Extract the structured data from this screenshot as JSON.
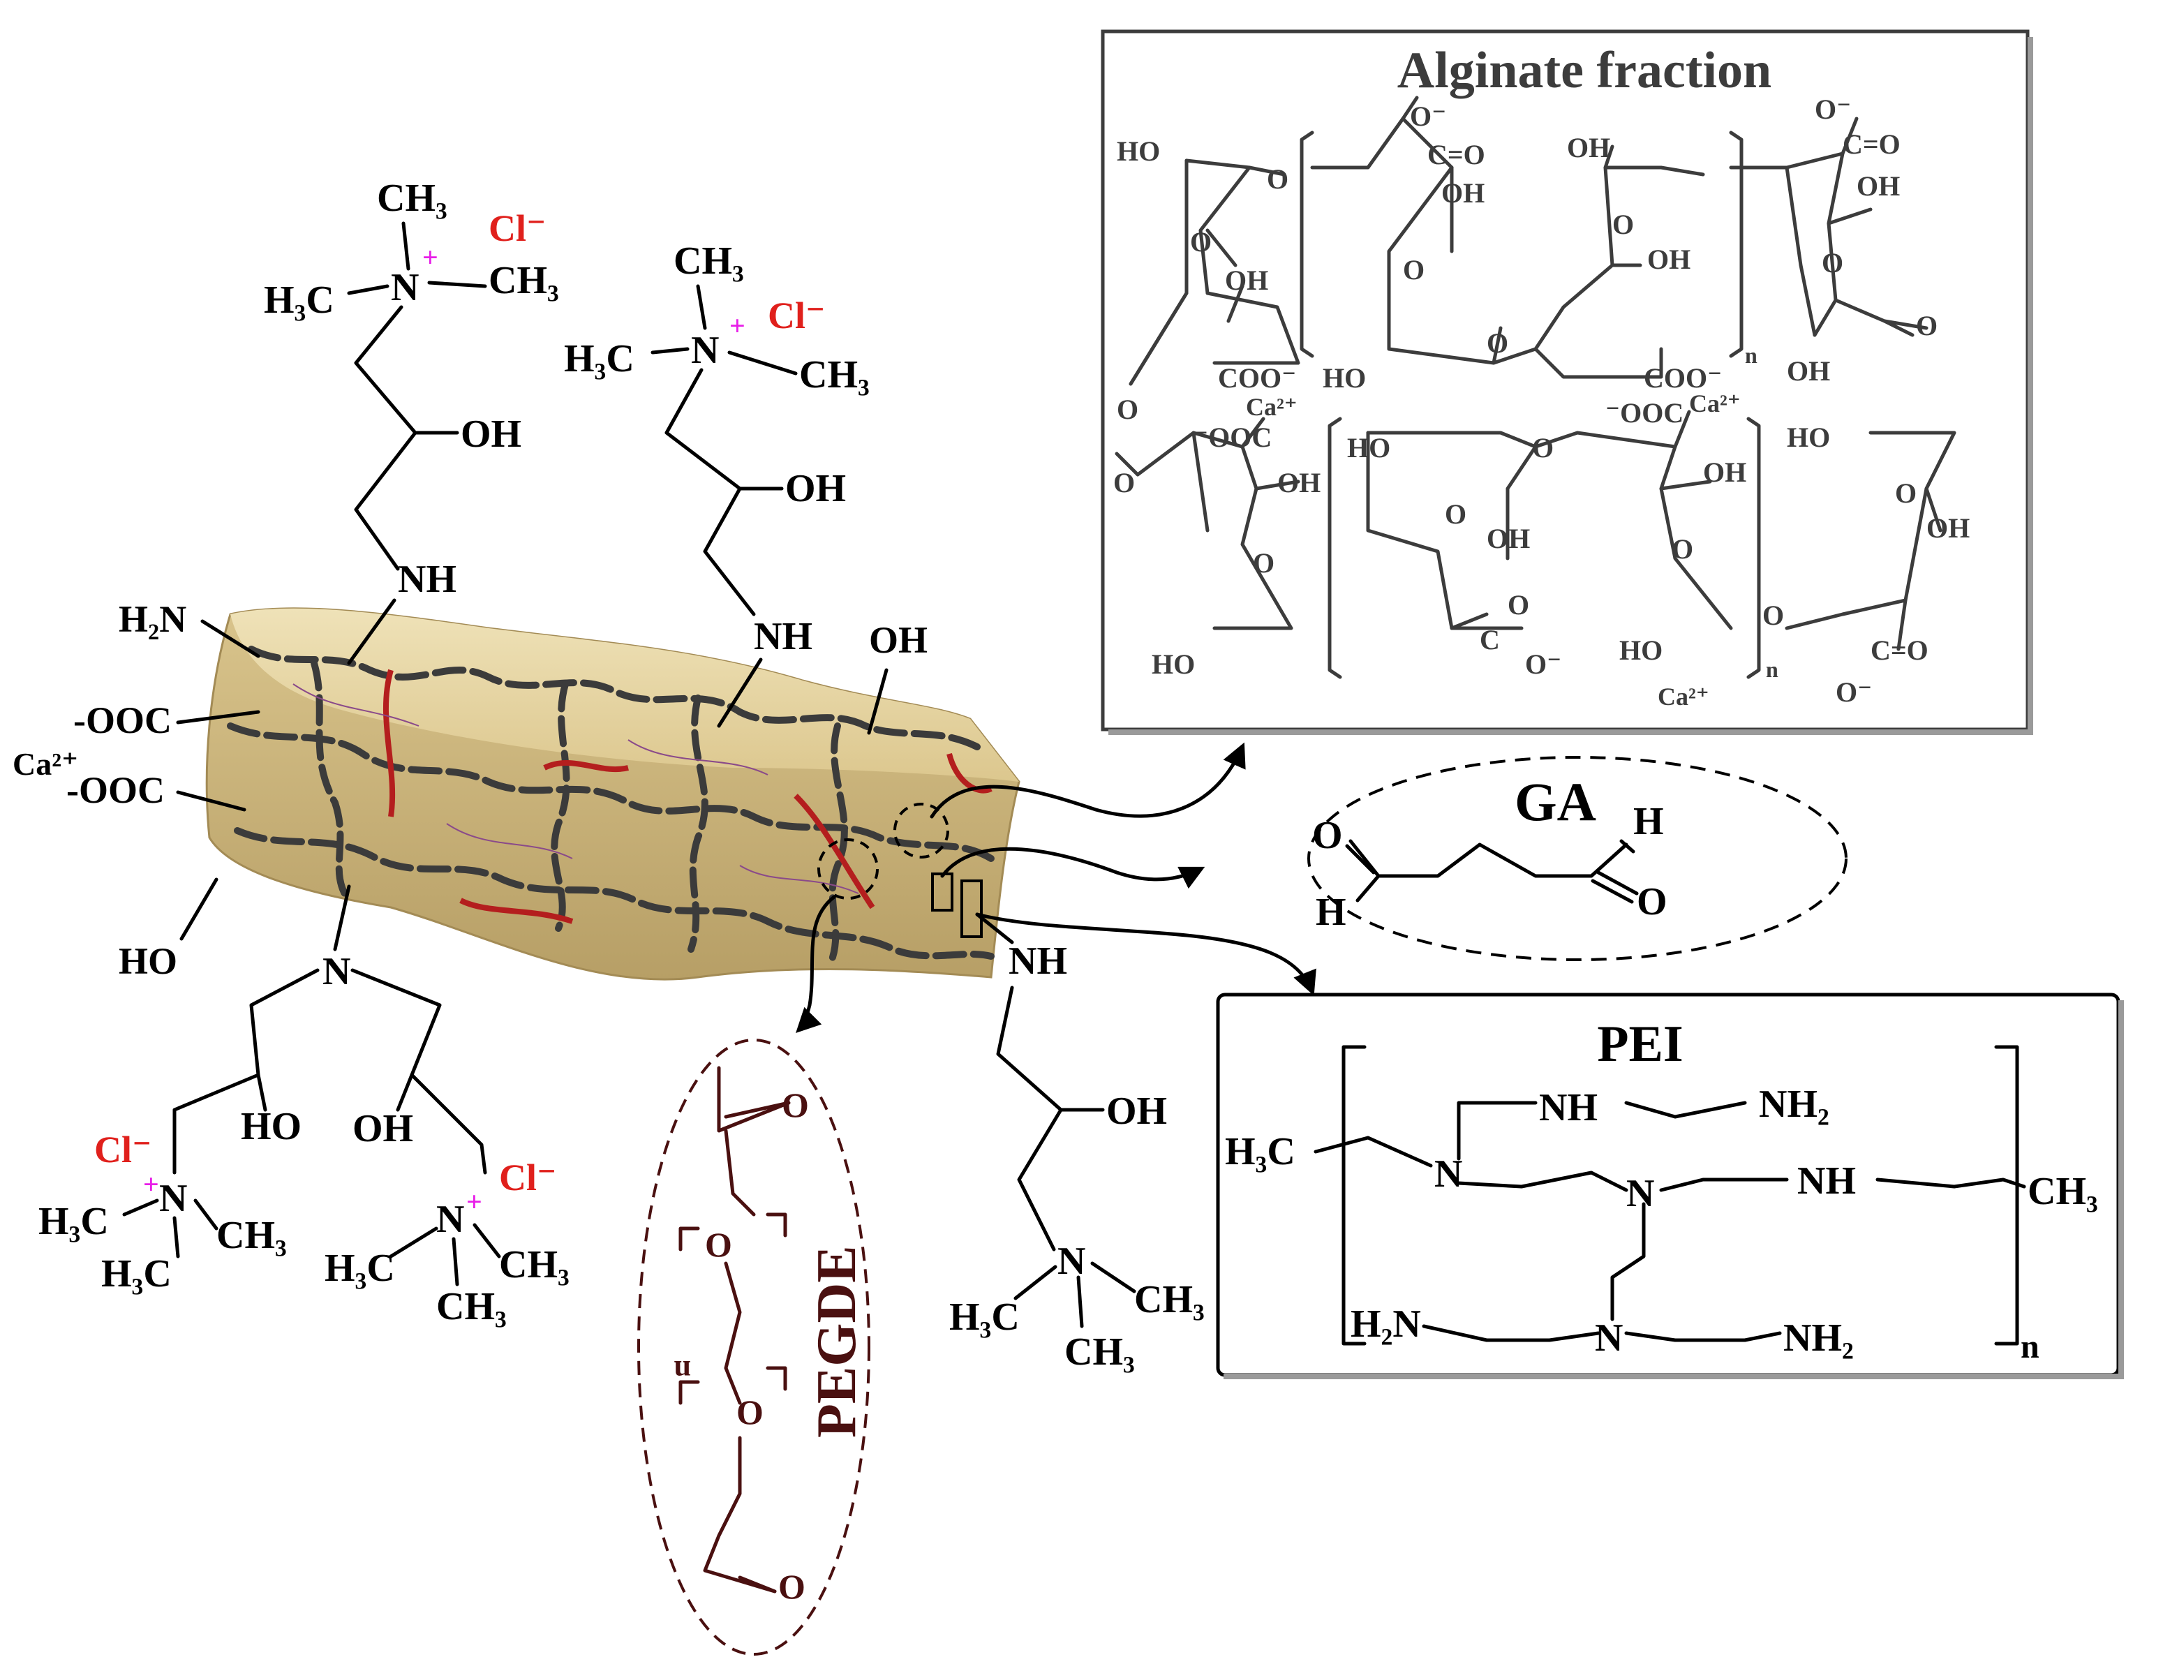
{
  "colors": {
    "bead_fill": "#e3d19e",
    "bead_shadow": "#b7a06a",
    "network_dark": "#3b3b3b",
    "network_red": "#b41e1e",
    "chloride": "#e0201c",
    "charge": "#e81ee8",
    "pegde": "#4a1010",
    "box_text": "#3c3c3c"
  },
  "bead": {
    "surface_groups": {
      "h2n": "H₂N",
      "cooc_top": "-OOC",
      "ca": "Ca²⁺",
      "cooc_bottom": "-OOC",
      "ho_left": "HO",
      "oh_right": "OH"
    }
  },
  "quat_top_left": {
    "ch3_top": "CH₃",
    "n_plus": "N",
    "plus": "+",
    "h3c": "H₃C",
    "ch3_right": "CH₃",
    "cl": "Cl⁻",
    "oh": "OH",
    "nh": "NH"
  },
  "quat_top_mid": {
    "ch3_top": "CH₃",
    "n_plus": "N",
    "plus": "+",
    "h3c": "H₃C",
    "ch3_right": "CH₃",
    "cl": "Cl⁻",
    "oh": "OH",
    "nh": "NH"
  },
  "bottom_tertiary": {
    "n": "N",
    "left_ho": "HO",
    "right_oh": "OH",
    "left_cl": "Cl⁻",
    "left_plus": "+",
    "left_n": "N",
    "left_h3c": "H₃C",
    "left_ch3": "CH₃",
    "left_h3c_bottom": "H₃C",
    "right_cl": "Cl⁻",
    "right_plus": "+",
    "right_n": "N",
    "right_h3c": "H₃C",
    "right_ch3": "CH₃",
    "right_ch3_bottom": "CH₃"
  },
  "right_chain": {
    "nh": "NH",
    "oh": "OH",
    "n": "N",
    "h3c": "H₃C",
    "ch3_right": "CH₃",
    "ch3_bottom": "CH₃"
  },
  "alginate": {
    "title": "Alginate fraction",
    "labels": {
      "ho1": "HO",
      "o1": "O",
      "oh1": "OH",
      "o_ring1": "O",
      "coo1": "COO⁻",
      "o_link1": "O",
      "o_minus1": "O⁻",
      "c_eq_o1": "C=O",
      "oh2": "OH",
      "o_ring2": "O",
      "ho2": "HO",
      "o_link2": "O",
      "oh3": "OH",
      "o_ring3": "O",
      "oh4": "OH",
      "coo2": "COO⁻",
      "n1": "n",
      "o_minus2": "O⁻",
      "c_eq_o2": "C=O",
      "oh5": "OH",
      "o_ring4": "O",
      "oh6": "OH",
      "o_end": "O",
      "ca1": "Ca²⁺",
      "ooc1": "⁻OOC",
      "o_link3": "O",
      "oh7": "OH",
      "o_ring5": "O",
      "ho3": "HO",
      "ho4": "HO",
      "o_ring6": "O",
      "oh8": "OH",
      "c1": "C",
      "o1b": "O",
      "o2b": "O⁻",
      "ooc2": "⁻OOC",
      "ca2": "Ca²⁺",
      "o_link4": "O",
      "oh9": "OH",
      "o_ring7": "O",
      "ho5": "HO",
      "n2": "n",
      "ca3": "Ca²⁺",
      "ho6": "HO",
      "o_ring8": "O",
      "oh10": "OH",
      "c_eq_o3": "C=O",
      "o_minus3": "O⁻",
      "o_link5": "O",
      "ho7": "HO"
    }
  },
  "ga": {
    "title": "GA",
    "labels": {
      "o_left": "O",
      "h_left": "H",
      "h_right": "H",
      "o_right": "O"
    }
  },
  "pei": {
    "title": "PEI",
    "labels": {
      "h3c": "H₃C",
      "n_left": "N",
      "nh_top": "NH",
      "nh2_top": "NH₂",
      "n_mid": "N",
      "nh_right": "NH",
      "ch3": "CH₃",
      "h2n_bottom": "H₂N",
      "n_bottom": "N",
      "nh2_bottom": "NH₂",
      "n_sub": "n"
    }
  },
  "pegde": {
    "title": "PEGDE",
    "labels": {
      "o_top": "O",
      "o_mid1": "O",
      "n_sub": "n",
      "o_mid2": "O",
      "o_bottom": "O"
    }
  }
}
